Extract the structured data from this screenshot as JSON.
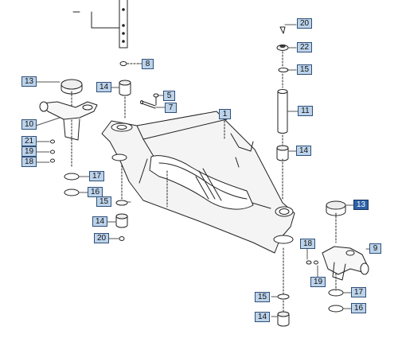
{
  "diagram": {
    "parts": [
      {
        "id": "p20a",
        "label": "20"
      },
      {
        "id": "p22",
        "label": "22"
      },
      {
        "id": "p15a",
        "label": "15"
      },
      {
        "id": "p8",
        "label": "8"
      },
      {
        "id": "p13a",
        "label": "13"
      },
      {
        "id": "p14a",
        "label": "14"
      },
      {
        "id": "p5",
        "label": "5"
      },
      {
        "id": "p7",
        "label": "7"
      },
      {
        "id": "p1",
        "label": "1"
      },
      {
        "id": "p11",
        "label": "11"
      },
      {
        "id": "p10",
        "label": "10"
      },
      {
        "id": "p21",
        "label": "21"
      },
      {
        "id": "p19a",
        "label": "19"
      },
      {
        "id": "p18a",
        "label": "18"
      },
      {
        "id": "p17a",
        "label": "17"
      },
      {
        "id": "p16a",
        "label": "16"
      },
      {
        "id": "p14b",
        "label": "14"
      },
      {
        "id": "p15b",
        "label": "15"
      },
      {
        "id": "p14c",
        "label": "14"
      },
      {
        "id": "p20b",
        "label": "20"
      },
      {
        "id": "p13b",
        "label": "13"
      },
      {
        "id": "p9",
        "label": "9"
      },
      {
        "id": "p18b",
        "label": "18"
      },
      {
        "id": "p19b",
        "label": "19"
      },
      {
        "id": "p17b",
        "label": "17"
      },
      {
        "id": "p16b",
        "label": "16"
      },
      {
        "id": "p15c",
        "label": "15"
      },
      {
        "id": "p14d",
        "label": "14"
      }
    ],
    "selected_label": "13",
    "colors": {
      "callout_fill": "#bcd3ea",
      "callout_border": "#2f4f78",
      "callout_selected": "#2d62a8",
      "line": "#222222"
    }
  }
}
